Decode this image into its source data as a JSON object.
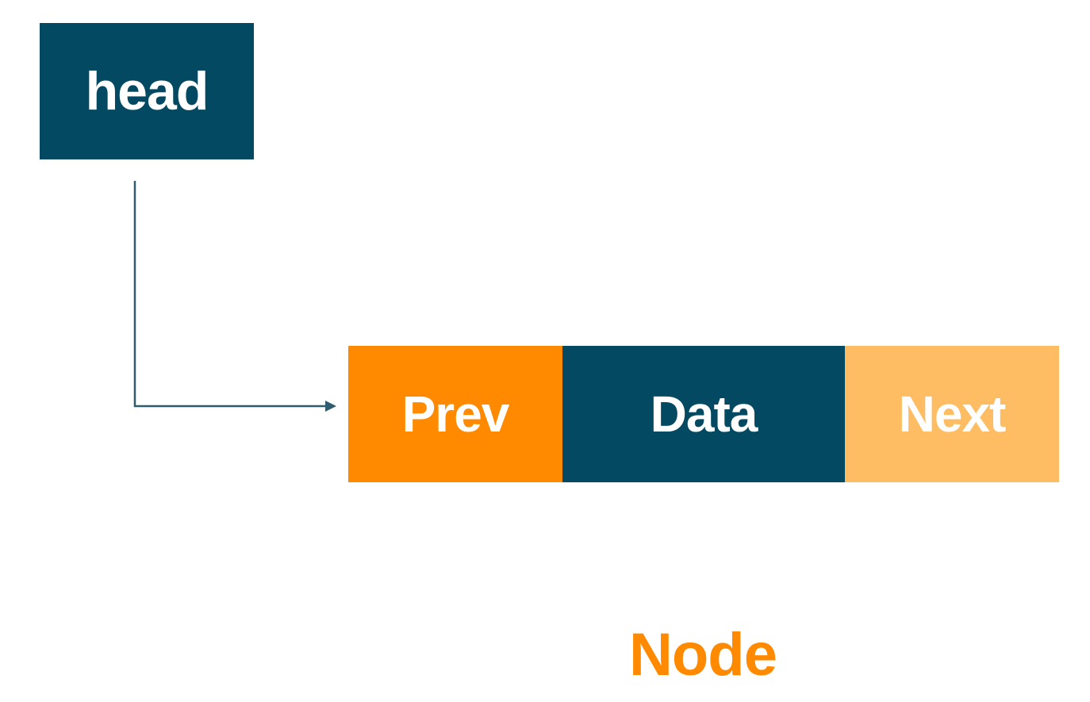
{
  "head": {
    "label": "head"
  },
  "node": {
    "fields": {
      "prev": "Prev",
      "data": "Data",
      "next": "Next"
    },
    "caption": "Node"
  },
  "colors": {
    "dark_teal": "#034962",
    "orange": "#FF8A00",
    "light_orange": "#FEBD62",
    "arrow": "#2F5C6F"
  }
}
